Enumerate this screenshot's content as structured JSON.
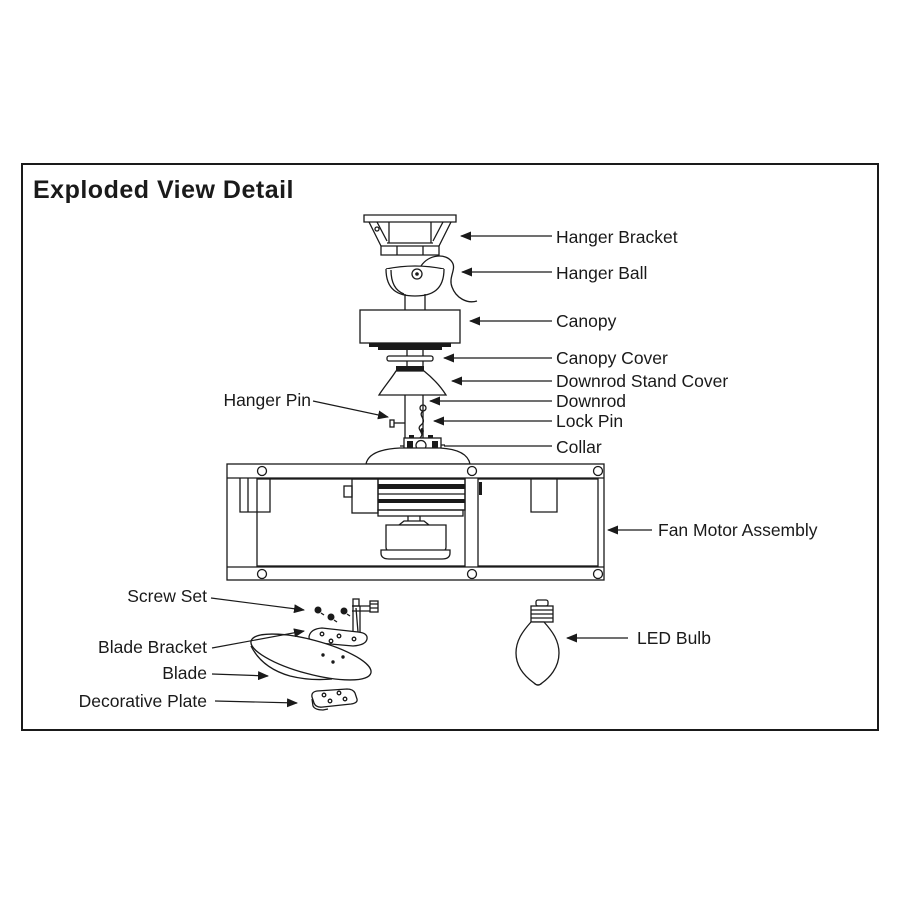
{
  "title": "Exploded View Detail",
  "colors": {
    "line": "#1a1a1a",
    "background": "#ffffff",
    "border": "#1a1a1a"
  },
  "parts": {
    "hanger_bracket": "Hanger Bracket",
    "hanger_ball": "Hanger Ball",
    "canopy": "Canopy",
    "canopy_cover": "Canopy Cover",
    "downrod_stand_cover": "Downrod Stand Cover",
    "downrod": "Downrod",
    "hanger_pin": "Hanger Pin",
    "lock_pin": "Lock Pin",
    "collar": "Collar",
    "fan_motor_assembly": "Fan Motor Assembly",
    "screw_set": "Screw Set",
    "blade_bracket": "Blade Bracket",
    "blade": "Blade",
    "decorative_plate": "Decorative Plate",
    "led_bulb": "LED Bulb"
  }
}
